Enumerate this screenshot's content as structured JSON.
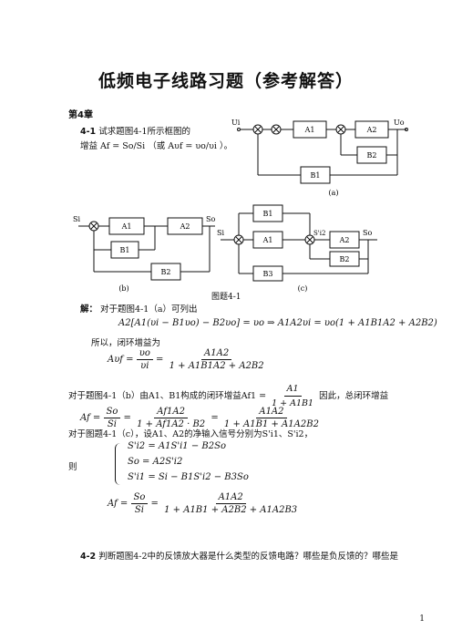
{
  "doc": {
    "title": "低频电子线路习题（参考解答）",
    "chapter": "第4章",
    "problem1": {
      "number": "4-1",
      "text_line1": "试求题图4-1所示框图的",
      "text_line2": "增益 Af = So/Si （或 Aυf = υo/υi ）。"
    },
    "figure": {
      "caption": "图题4-1",
      "a": {
        "label": "(a)",
        "in": "Ui",
        "out": "Uo",
        "blocks": [
          "A1",
          "A2",
          "B2",
          "B1"
        ]
      },
      "b": {
        "label": "(b)",
        "in": "Si",
        "out": "So",
        "blocks": [
          "A1",
          "A2",
          "B1",
          "B2"
        ]
      },
      "c": {
        "label": "(c)",
        "in": "Si",
        "out": "So",
        "blocks": [
          "B1",
          "A1",
          "A2",
          "B2",
          "B3"
        ],
        "mid": "S'i2"
      }
    },
    "solution": {
      "head": "解：",
      "line1": "对于题图4-1（a）可列出",
      "eq1": "A2[A1(υi − B1υo) − B2υo] = υo ⇒ A1A2υi = υo(1 + A1B1A2 + A2B2)",
      "line2": "所以，闭环增益为",
      "eq2_lhs": "Aυf =",
      "eq2_num1": "υo",
      "eq2_den1": "υi",
      "eq2_num2": "A1A2",
      "eq2_den2": "1 + A1B1A2 + A2B2",
      "line3a": "对于题图4-1（b）由A1、B1构成的闭环增益Af1 =",
      "line3_num": "A1",
      "line3_den": "1 + A1B1",
      "line3b": "因此，总闭环增益",
      "eq3_lhs": "Af =",
      "eq3_num1": "So",
      "eq3_den1": "Si",
      "eq3_num2": "Af1A2",
      "eq3_den2": "1 + Af1A2 · B2",
      "eq3_num3": "A1A2",
      "eq3_den3": "1 + A1B1 + A1A2B2",
      "line4": "对于图题4-1（c），设A1、A2的净输入信号分别为S'i1、S'i2，",
      "line5": "则",
      "sys1": "S'i2 = A1S'i1 − B2So",
      "sys2": "So = A2S'i2",
      "sys3": "S'i1 = Si − B1S'i2 − B3So",
      "eq4_lhs": "Af =",
      "eq4_num1": "So",
      "eq4_den1": "Si",
      "eq4_num2": "A1A2",
      "eq4_den2": "1 + A1B1 + A2B2 + A1A2B3"
    },
    "problem2": {
      "number": "4-2",
      "text": "判断题图4-2中的反馈放大器是什么类型的反馈电路？哪些是负反馈的？哪些是"
    },
    "page_number": "1"
  }
}
